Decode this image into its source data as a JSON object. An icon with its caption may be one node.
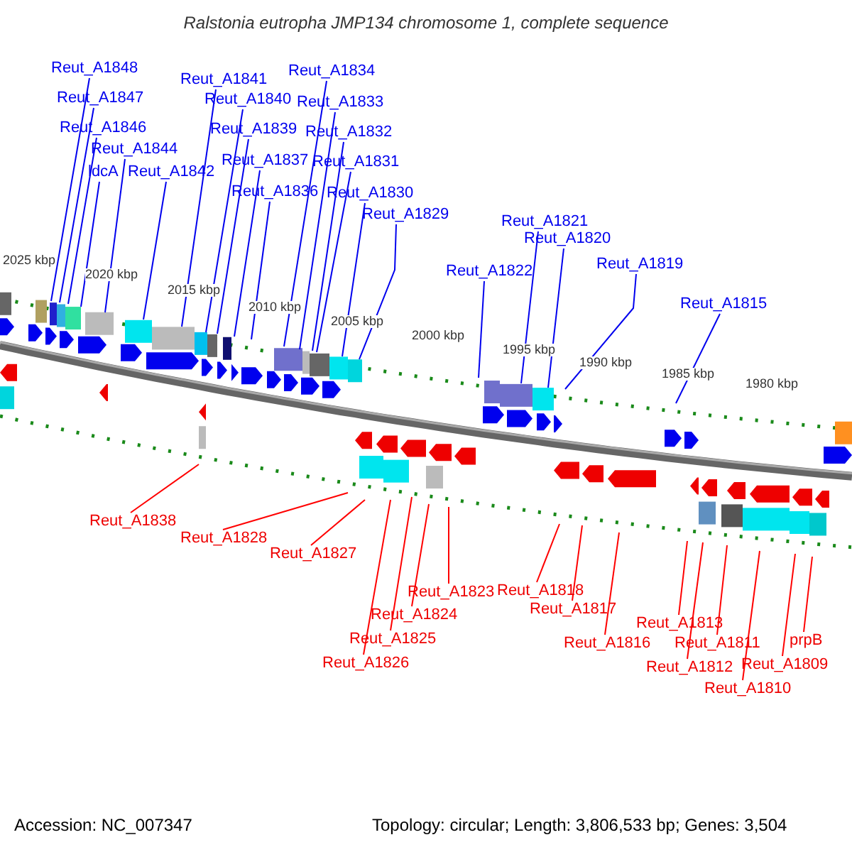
{
  "diagram": {
    "title": "Ralstonia eutropha JMP134 chromosome 1, complete sequence",
    "nodes": [
      {
        "text": [
          "Reut_A1848"
        ]
      },
      {
        "text": [
          "Reut_A1847"
        ]
      },
      {
        "text": [
          "Reut_A1846"
        ]
      },
      {
        "text": [
          "Reut_A1844"
        ]
      },
      {
        "text": [
          "ldcA"
        ]
      },
      {
        "text": [
          "Reut_A1842"
        ]
      },
      {
        "text": [
          "Reut_A1841"
        ]
      },
      {
        "text": [
          "Reut_A1840"
        ]
      },
      {
        "text": [
          "Reut_A1839"
        ]
      },
      {
        "text": [
          "Reut_A1837"
        ]
      },
      {
        "text": [
          "Reut_A1836"
        ]
      },
      {
        "text": [
          "Reut_A1834"
        ]
      },
      {
        "text": [
          "Reut_A1833"
        ]
      },
      {
        "text": [
          "Reut_A1832"
        ]
      },
      {
        "text": [
          "Reut_A1831"
        ]
      },
      {
        "text": [
          "Reut_A1830"
        ]
      },
      {
        "text": [
          "Reut_A1829"
        ]
      },
      {
        "text": [
          "Reut_A1822"
        ]
      },
      {
        "text": [
          "Reut_A1821"
        ]
      },
      {
        "text": [
          "Reut_A1820"
        ]
      },
      {
        "text": [
          "Reut_A1819"
        ]
      },
      {
        "text": [
          "Reut_A1815"
        ]
      },
      {
        "text": [
          "Reut_A1838"
        ]
      },
      {
        "text": [
          "Reut_A1828"
        ]
      },
      {
        "text": [
          "Reut_A1827"
        ]
      },
      {
        "text": [
          "Reut_A1823"
        ]
      },
      {
        "text": [
          "Reut_A1824"
        ]
      },
      {
        "text": [
          "Reut_A1825"
        ]
      },
      {
        "text": [
          "Reut_A1826"
        ]
      },
      {
        "text": [
          "Reut_A1818"
        ]
      },
      {
        "text": [
          "Reut_A1817"
        ]
      },
      {
        "text": [
          "Reut_A1816"
        ]
      },
      {
        "text": [
          "Reut_A1813"
        ]
      },
      {
        "text": [
          "Reut_A1811"
        ]
      },
      {
        "text": [
          "Reut_A1812"
        ]
      },
      {
        "text": [
          "Reut_A1809"
        ]
      },
      {
        "text": [
          "prpB"
        ]
      },
      {
        "text": [
          "Reut_A1810"
        ]
      }
    ],
    "edges": [
      {
        "from": 0,
        "to": null,
        "arrow": "none"
      },
      {
        "from": 1,
        "to": null,
        "arrow": "none"
      },
      {
        "from": 2,
        "to": null,
        "arrow": "none"
      },
      {
        "from": 3,
        "to": null,
        "arrow": "none"
      },
      {
        "from": 4,
        "to": null,
        "arrow": "none"
      },
      {
        "from": 5,
        "to": null,
        "arrow": "none"
      },
      {
        "from": 6,
        "to": null,
        "arrow": "none"
      },
      {
        "from": 7,
        "to": null,
        "arrow": "none"
      },
      {
        "from": 8,
        "to": null,
        "arrow": "none"
      },
      {
        "from": 9,
        "to": null,
        "arrow": "none"
      },
      {
        "from": 10,
        "to": null,
        "arrow": "none"
      },
      {
        "from": 11,
        "to": null,
        "arrow": "none"
      },
      {
        "from": 12,
        "to": null,
        "arrow": "none"
      },
      {
        "from": 13,
        "to": null,
        "arrow": "none"
      },
      {
        "from": 14,
        "to": null,
        "arrow": "none"
      },
      {
        "from": 15,
        "to": null,
        "arrow": "none"
      },
      {
        "from": 16,
        "to": null,
        "arrow": "none"
      },
      {
        "from": 17,
        "to": null,
        "arrow": "none"
      },
      {
        "from": 18,
        "to": null,
        "arrow": "none"
      },
      {
        "from": 19,
        "to": null,
        "arrow": "none"
      },
      {
        "from": 20,
        "to": null,
        "arrow": "none"
      },
      {
        "from": 21,
        "to": null,
        "arrow": "none"
      },
      {
        "from": 22,
        "to": null,
        "arrow": "none",
        "color": "#ff0000"
      },
      {
        "from": 23,
        "to": null,
        "arrow": "none",
        "color": "#ff0000"
      },
      {
        "from": 24,
        "to": null,
        "arrow": "none",
        "color": "#ff0000"
      },
      {
        "from": 25,
        "to": null,
        "arrow": "none",
        "color": "#ff0000"
      },
      {
        "from": 26,
        "to": null,
        "arrow": "none",
        "color": "#ff0000"
      },
      {
        "from": 27,
        "to": null,
        "arrow": "none",
        "color": "#ff0000"
      },
      {
        "from": 28,
        "to": null,
        "arrow": "none",
        "color": "#ff0000"
      },
      {
        "from": 29,
        "to": null,
        "arrow": "none",
        "color": "#ff0000"
      },
      {
        "from": 30,
        "to": null,
        "arrow": "none",
        "color": "#ff0000"
      },
      {
        "from": 31,
        "to": null,
        "arrow": "none",
        "color": "#ff0000"
      },
      {
        "from": 32,
        "to": null,
        "arrow": "none",
        "color": "#ff0000"
      },
      {
        "from": 33,
        "to": null,
        "arrow": "none",
        "color": "#ff0000"
      },
      {
        "from": 34,
        "to": null,
        "arrow": "none",
        "color": "#ff0000"
      },
      {
        "from": 35,
        "to": null,
        "arrow": "none",
        "color": "#ff0000"
      },
      {
        "from": 36,
        "to": null,
        "arrow": "none",
        "color": "#ff0000"
      },
      {
        "from": 37,
        "to": null,
        "arrow": "none",
        "color": "#ff0000"
      }
    ],
    "labels": [
      "2025 kbp",
      "2020 kbp",
      "2015 kbp",
      "2010 kbp",
      "2005 kbp",
      "2000 kbp",
      "1995 kbp",
      "1990 kbp",
      "1985 kbp",
      "1980 kbp",
      "Accession: NC_007347",
      "Topology: circular; Length: 3,806,533 bp; Genes: 3,504"
    ]
  }
}
